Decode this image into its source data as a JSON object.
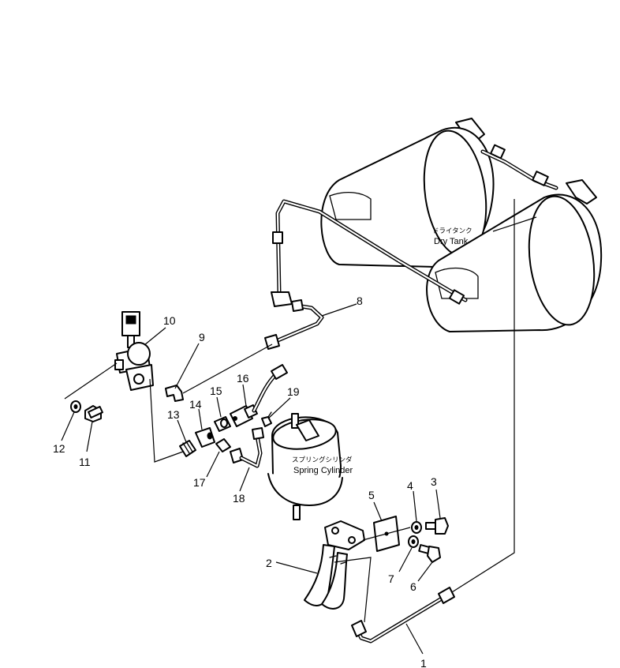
{
  "labels": {
    "dry_tank_jp": "ドライタンク",
    "dry_tank_en": "Dry Tank",
    "spring_cylinder_jp": "スプリングシリンダ",
    "spring_cylinder_en": "Spring Cylinder"
  },
  "callouts": {
    "c1": "1",
    "c2": "2",
    "c3": "3",
    "c4": "4",
    "c5": "5",
    "c6": "6",
    "c7": "7",
    "c8": "8",
    "c9": "9",
    "c10": "10",
    "c11": "11",
    "c12": "12",
    "c13": "13",
    "c14": "14",
    "c15": "15",
    "c16": "16",
    "c17": "17",
    "c18": "18",
    "c19": "19"
  }
}
